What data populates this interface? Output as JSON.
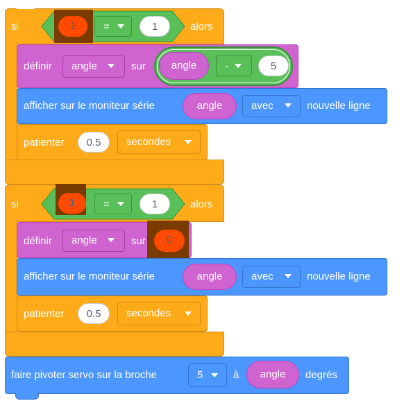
{
  "colors": {
    "control": "#FFAB19",
    "operators": "#59C059",
    "variables": "#CF63CF",
    "sensing_blue": "#4C97FF",
    "highlight_red": "#FF4A00",
    "highlight_dark": "#7A3B00"
  },
  "if1": {
    "si": "si",
    "alors": "alors",
    "left_value": "1",
    "operator": "=",
    "right_value": "1",
    "set": {
      "label": "définir",
      "variable": "angle",
      "on": "sur",
      "expr_variable": "angle",
      "expr_operator": "-",
      "expr_value": "5"
    },
    "print": {
      "label": "afficher sur le moniteur série",
      "variable": "angle",
      "with": "avec",
      "newline": "nouvelle ligne"
    },
    "wait": {
      "label": "patienter",
      "value": "0.5",
      "unit": "secondes"
    }
  },
  "if2": {
    "si": "si",
    "alors": "alors",
    "left_value": "1",
    "operator": "=",
    "right_value": "1",
    "set": {
      "label": "définir",
      "variable": "angle",
      "on": "sur",
      "value": "0"
    },
    "print": {
      "label": "afficher sur le moniteur série",
      "variable": "angle",
      "with": "avec",
      "newline": "nouvelle ligne"
    },
    "wait": {
      "label": "patienter",
      "value": "0.5",
      "unit": "secondes"
    }
  },
  "servo": {
    "label": "faire pivoter servo sur la broche",
    "pin": "5",
    "to": "à",
    "variable": "angle",
    "unit": "degrés"
  }
}
